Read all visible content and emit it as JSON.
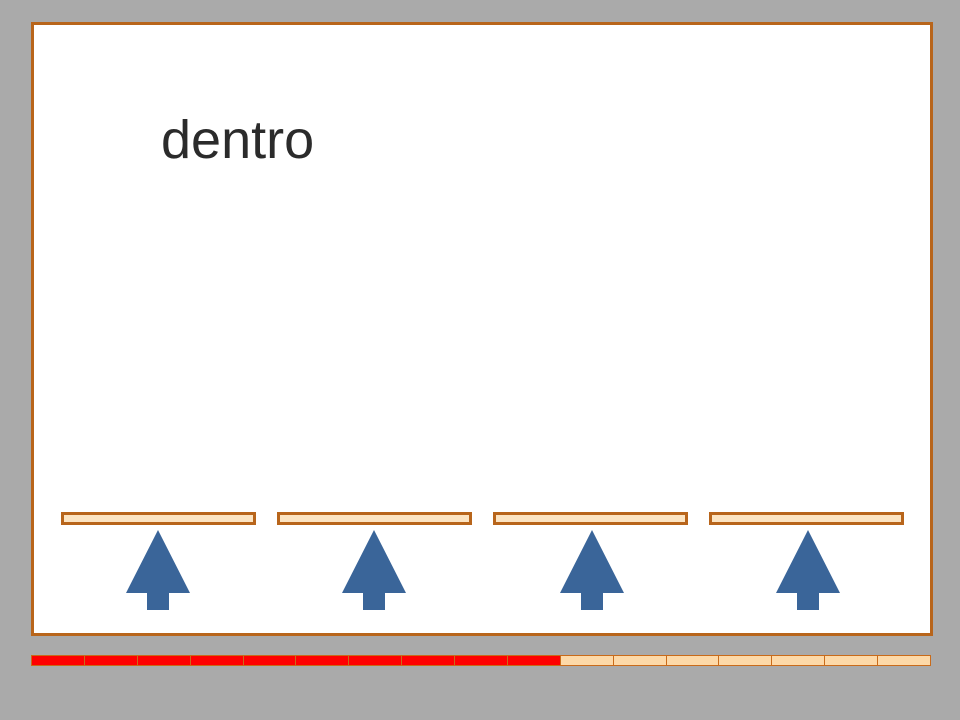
{
  "word": "dentro",
  "slots": [
    {
      "name": "answer-slot-1"
    },
    {
      "name": "answer-slot-2"
    },
    {
      "name": "answer-slot-3"
    },
    {
      "name": "answer-slot-4"
    }
  ],
  "buttons": [
    {
      "name": "select-slot-1-button",
      "icon": "up-arrow-icon"
    },
    {
      "name": "select-slot-2-button",
      "icon": "up-arrow-icon"
    },
    {
      "name": "select-slot-3-button",
      "icon": "up-arrow-icon"
    },
    {
      "name": "select-slot-4-button",
      "icon": "up-arrow-icon"
    }
  ],
  "progress": {
    "total_segments": 17,
    "completed_segments": 10,
    "completed_color": "#ff0000",
    "remaining_color": "#fdd9a8"
  },
  "colors": {
    "background": "#aaaaaa",
    "card_border": "#b8651b",
    "arrow": "#3a6599",
    "slot_fill": "#fce4c2"
  }
}
